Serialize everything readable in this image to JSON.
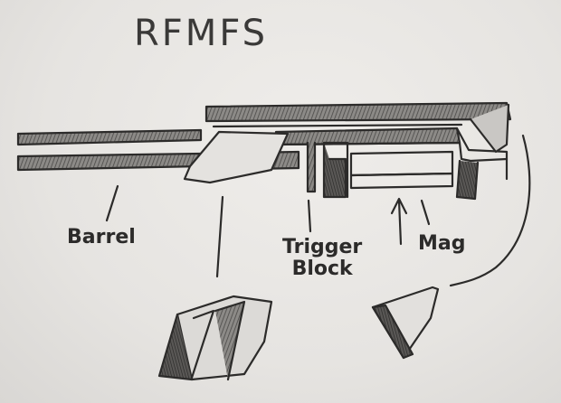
{
  "title": "RFMFS",
  "labels": {
    "barrel": "Barrel",
    "trigger_block_line1": "Trigger",
    "trigger_block_line2": "Block",
    "mag": "Mag"
  },
  "colors": {
    "paper": "#e9e7e4",
    "pencil": "#2c2b2a",
    "shade": "#6d6b69"
  }
}
